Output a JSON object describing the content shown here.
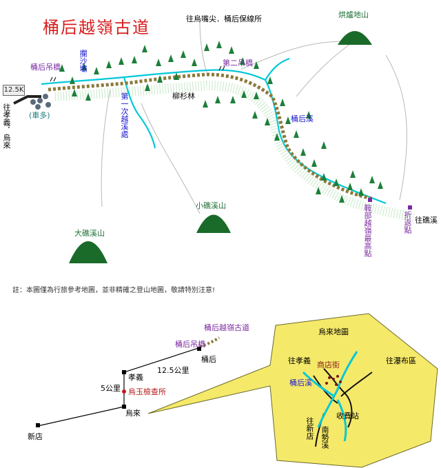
{
  "title": "桶后越嶺古道",
  "note": "註：本圖僅為行旅參考地圖，並非精確之登山地圖，敬請特別注意!",
  "top_map": {
    "labels": {
      "km_marker": "12.5K",
      "to_xiaoyi_wulai": "往孝義．烏來",
      "parking": "(車多)",
      "suspension_bridge": "桶后吊橋",
      "landslide_wall": "攔沙壩",
      "first_crossing": "第一次越溪處",
      "cedar_forest": "柳杉林",
      "second_bridge": "第二吊橋",
      "to_niaozui_station": "往烏嘴尖．桶后保線所",
      "hongluo_mountain": "烘爐地山",
      "tonghou_creek": "桶后溪",
      "xiaojiaoxi_mountain": "小礁溪山",
      "dajiaoxi_mountain": "大礁溪山",
      "saddle_high_point": "鞍部越嶺最高點",
      "turnaround_point": "折返點",
      "to_jiaoxi": "往礁溪"
    }
  },
  "inset_map": {
    "labels": {
      "trail": "桶后越嶺古道",
      "bridge": "桶后吊橋",
      "tonghou": "桶后",
      "distance_12_5": "12.5公里",
      "xiaoyi": "孝義",
      "distance_5": "5公里",
      "checkpoint": "烏玉檢查所",
      "wulai": "烏來",
      "xindian": "新店"
    }
  },
  "wulai_map": {
    "labels": {
      "title": "烏來地圖",
      "to_xiaoyi": "往孝義",
      "shop_street": "商店街",
      "to_waterfall": "往瀑布區",
      "tonghou_creek": "桶后溪",
      "toll_station": "收費站",
      "to_xindian": "往新店",
      "nanshi_creek": "南勢溪"
    }
  },
  "colors": {
    "title": "#d81e1e",
    "river": "#00c8d8",
    "trail": "#8a7a3a",
    "tree": "#1d7f3a",
    "mountain": "#1a6a2a",
    "inset_fill": "#f5e96a"
  }
}
